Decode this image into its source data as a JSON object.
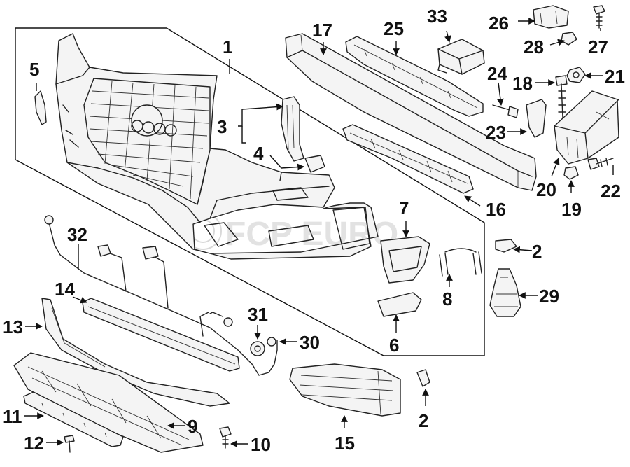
{
  "diagram": {
    "callouts": [
      "1",
      "2",
      "2",
      "3",
      "4",
      "5",
      "6",
      "7",
      "8",
      "9",
      "10",
      "11",
      "12",
      "13",
      "14",
      "15",
      "16",
      "17",
      "18",
      "19",
      "20",
      "21",
      "22",
      "23",
      "24",
      "25",
      "26",
      "27",
      "28",
      "29",
      "30",
      "31",
      "32",
      "33"
    ]
  },
  "watermark": "FCP EURO",
  "colors": {
    "line": "#222222",
    "background": "#ffffff",
    "watermark": "#d9d9d9"
  }
}
